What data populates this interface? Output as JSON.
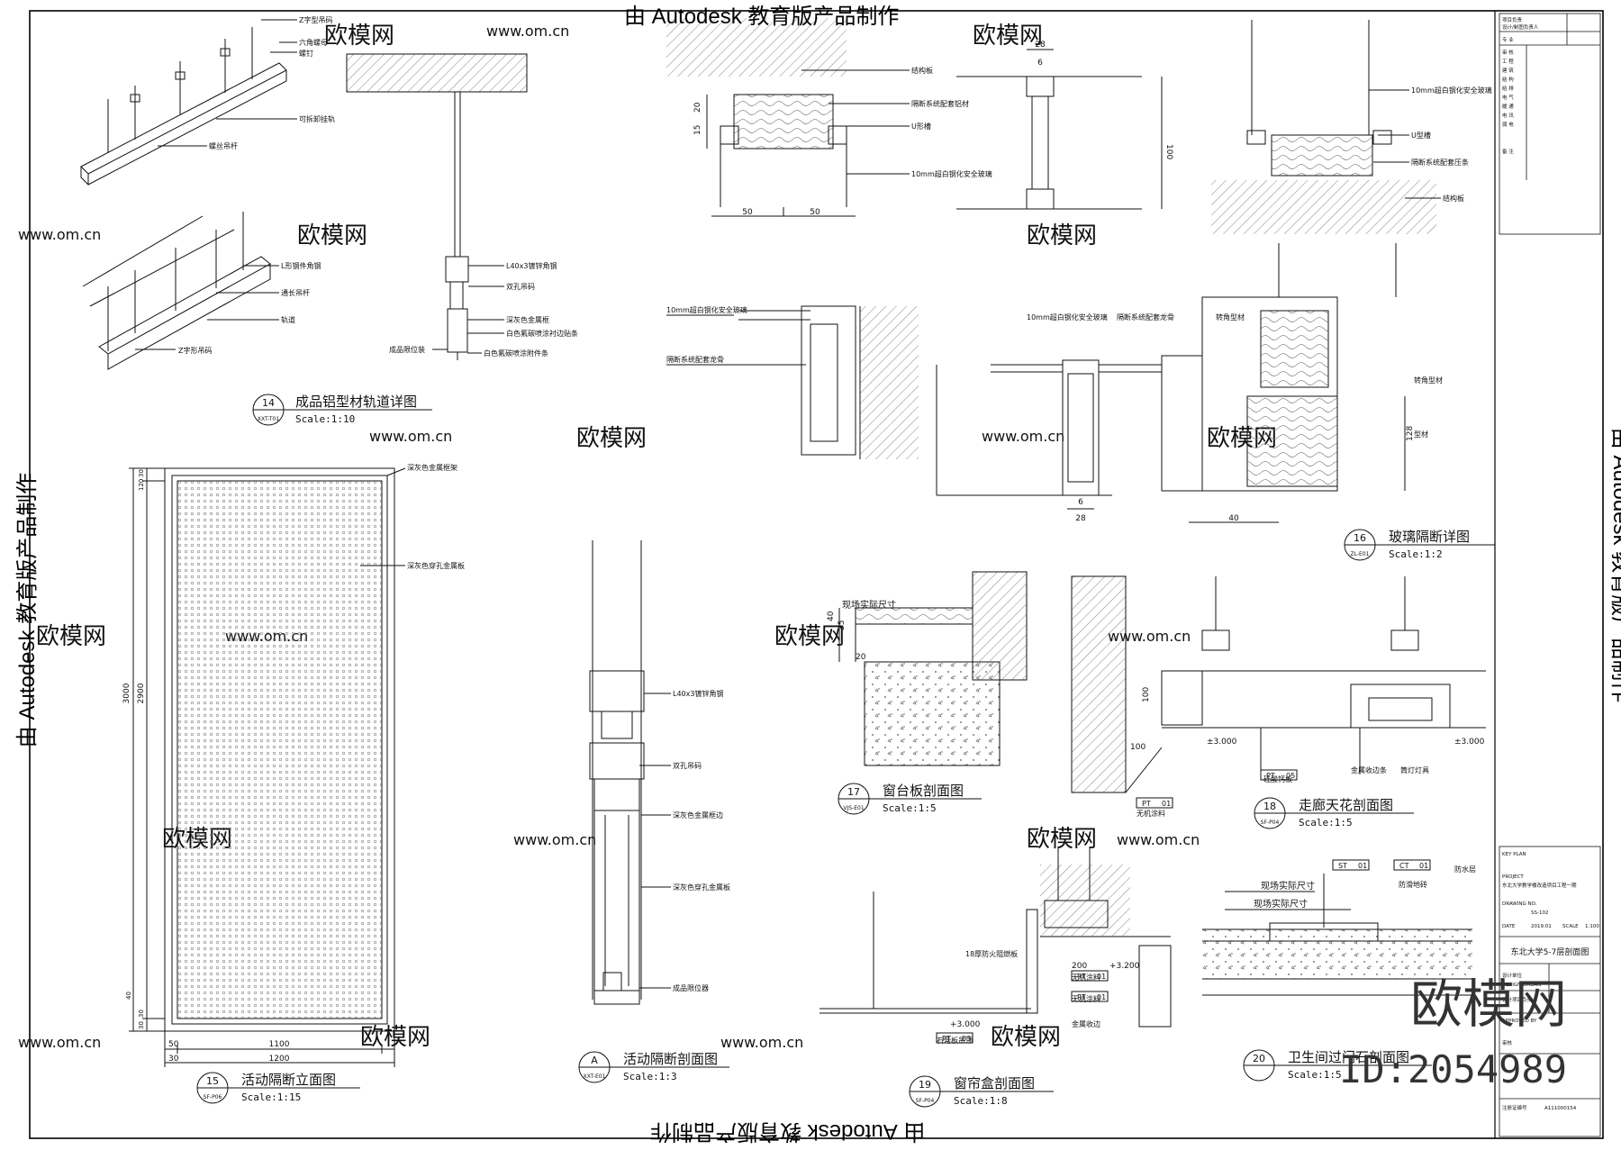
{
  "stamps": {
    "top": "由 Autodesk 教育版产品制作",
    "bottom": "由 Autodesk 教育版产品制作",
    "left": "由 Autodesk 教育版产品制作",
    "right": "由 Autodesk 教育版产品制作"
  },
  "watermark": {
    "logo": "欧模网",
    "url": "www.om.cn",
    "id": "ID:2054989"
  },
  "details": [
    {
      "num": "14",
      "ref": "XXT-T01",
      "title": "成品铝型材轨道详图",
      "scale": "Scale:1:10"
    },
    {
      "num": "15",
      "ref": "SF-P06",
      "title": "活动隔断立面图",
      "scale": "Scale:1:15"
    },
    {
      "num": "A",
      "ref": "XXT-E01",
      "title": "活动隔断剖面图",
      "scale": "Scale:1:3"
    },
    {
      "num": "16",
      "ref": "ZL-E01",
      "title": "玻璃隔断详图",
      "scale": "Scale:1:2"
    },
    {
      "num": "17",
      "ref": "VJS-E01",
      "title": "窗台板剖面图",
      "scale": "Scale:1:5"
    },
    {
      "num": "18",
      "ref": "SF-P04",
      "title": "走廊天花剖面图",
      "scale": "Scale:1:5"
    },
    {
      "num": "19",
      "ref": "SF-P04",
      "title": "窗帘盒剖面图",
      "scale": "Scale:1:8"
    },
    {
      "num": "20",
      "ref": "",
      "title": "卫生间过门石剖面图",
      "scale": "Scale:1:5"
    }
  ],
  "labels": {
    "d14": [
      "Z字型吊码",
      "六角螺母",
      "螺钉",
      "可拆卸挂轨",
      "螺丝吊杆",
      "L形钢件角钢",
      "通长吊杆",
      "轨道",
      "Z字形吊码"
    ],
    "hanger": [
      "L40x3镀锌角钢",
      "双孔吊码",
      "深灰色金属框",
      "白色氟碳喷涂衬边贴条",
      "成品限位装",
      "白色氟碳喷涂附件条"
    ],
    "d15": [
      "深灰色金属框架",
      "深灰色穿孔金属板"
    ],
    "secA": [
      "L40x3镀锌角钢",
      "双孔吊码",
      "深灰色金属框边",
      "深灰色穿孔金属板",
      "成品限位器"
    ],
    "top1": [
      "结构板",
      "隔断系统配套铝材",
      "U形槽",
      "10mm超白钢化安全玻璃"
    ],
    "top4": [
      "10mm超白钢化安全玻璃",
      "U型槽",
      "隔断系统配套压条",
      "结构板"
    ],
    "mid1": [
      "10mm超白钢化安全玻璃",
      "隔断系统配套龙骨"
    ],
    "d16": [
      "10mm超白钢化安全玻璃",
      "隔断系统配套龙骨",
      "转角型材",
      "转角型材",
      "型材"
    ],
    "d17": [
      "现场实际尺寸"
    ],
    "d18": [
      "无机涂料",
      "硅酸钙板",
      "金属收边条",
      "筒灯灯具"
    ],
    "d19": [
      "18厚防火阻燃板",
      "无机涂料",
      "无机涂料",
      "石膏板吊顶",
      "金属收边"
    ],
    "d20": [
      "现场实际尺寸",
      "现场实际尺寸",
      "防水层",
      "防滑地砖"
    ]
  },
  "dims": {
    "d15": [
      "1100",
      "1200",
      "50",
      "30",
      "3000",
      "2900",
      "30",
      "120",
      "30",
      "30",
      "40"
    ],
    "top1": [
      "20",
      "15",
      "50",
      "50"
    ],
    "top2": [
      "28",
      "6",
      "100"
    ],
    "d16": [
      "6",
      "28",
      "40",
      "128"
    ],
    "d17": [
      "40",
      "35",
      "20"
    ],
    "d18": [
      "100",
      "100",
      "±3.000",
      "±3.000"
    ],
    "d19": [
      "200",
      "+3.200",
      "+3.000"
    ],
    "d20": []
  },
  "tags": {
    "d17": [
      "PT",
      "01"
    ],
    "d18": [
      "PT",
      "05"
    ],
    "d19a": [
      "PT",
      "01"
    ],
    "d19b": [
      "PT",
      "01"
    ],
    "d19c": [
      "PT",
      "03"
    ],
    "d20a": [
      "ST",
      "01"
    ],
    "d20b": [
      "CT",
      "01"
    ]
  },
  "title_block": {
    "project_name": "东北大学5-7层剖面图",
    "rows_top": [
      "项目负责",
      "设计/制图负责人",
      "专 业",
      "审 核",
      "工 程",
      "建 筑",
      "结 构",
      "给 排",
      "电 气",
      "暖 通",
      "电 讯",
      "弱 电",
      "备 注"
    ],
    "rows_mid": [
      "KEY PLAN",
      "PROJECT",
      "东北大学教学楼改造项目工程一期",
      "DRAWING NO.",
      "SS-102",
      "DATE",
      "2019.01",
      "SCALE",
      "1:100"
    ],
    "rows_bottom": [
      "设计单位",
      "DESIGN ORGAN",
      "设计项目负责人",
      "APPROVED BY",
      "审核",
      "注册证编号",
      "A111000154"
    ]
  },
  "colors": {
    "line": "#111111",
    "hatch": "#555555",
    "watermark": "#d6d6d6",
    "border": "#000000"
  }
}
